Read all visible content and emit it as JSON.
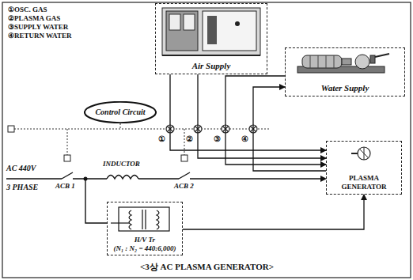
{
  "diagram": {
    "caption": "<3상 AC PLASMA GENERATOR>",
    "nodes": [
      {
        "text": [
          "Air Supply"
        ]
      },
      {
        "text": [
          "Water Supply"
        ]
      },
      {
        "text": [
          "Control Circuit"
        ]
      },
      {
        "text": [
          "PLASMA GENERATOR"
        ]
      },
      {
        "text": [
          "H/V Tr",
          "(N₁ : N₂ = 440:6,000)"
        ]
      }
    ],
    "edges": [
      {
        "from": 0,
        "to": 3,
        "arrow": "to"
      },
      {
        "from": 0,
        "to": 3,
        "arrow": "to"
      },
      {
        "from": 1,
        "to": 3,
        "arrow": "to"
      },
      {
        "from": 3,
        "to": 1,
        "arrow": "to"
      },
      {
        "from": 4,
        "to": 3,
        "arrow": "to"
      }
    ],
    "labels": [
      "①OSC. GAS",
      "②PLASMA GAS",
      "③SUPPLY WATER",
      "④RETURN WATER",
      "①",
      "②",
      "③",
      "④",
      "AC 440V",
      "3 PHASE",
      "ACB 1",
      "INDUCTOR",
      "ACB 2"
    ]
  }
}
